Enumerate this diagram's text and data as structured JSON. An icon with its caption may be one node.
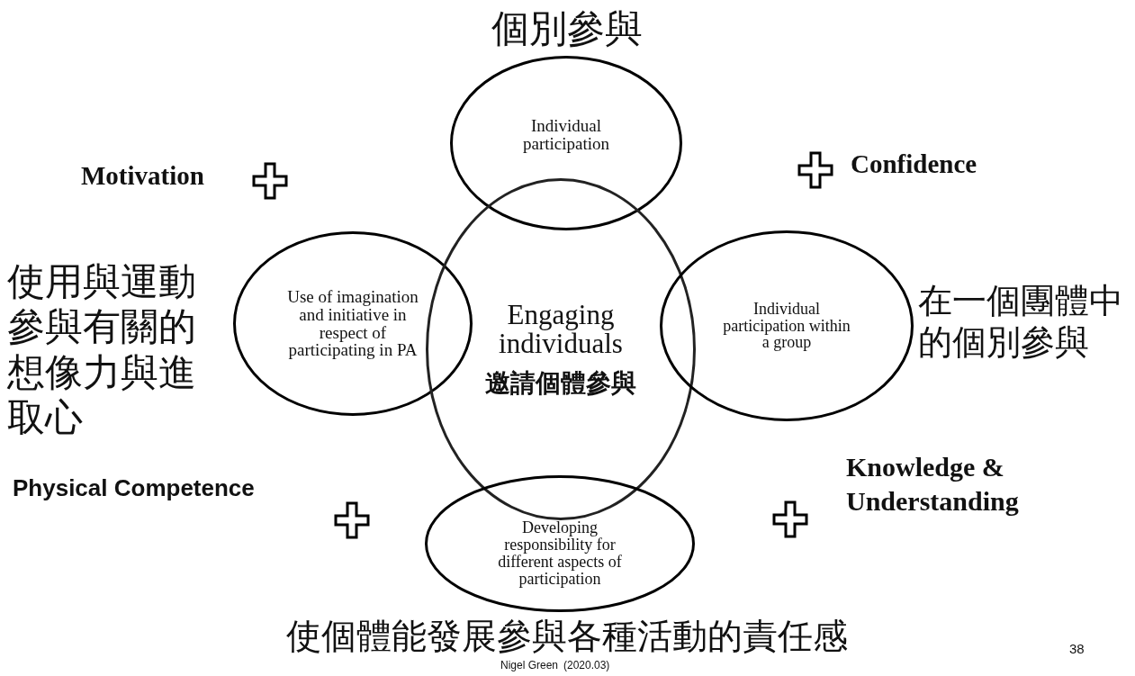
{
  "diagram": {
    "nodes": [
      {
        "text": [
          "Individual participation"
        ],
        "beside": [
          "個別參與"
        ]
      },
      {
        "text": [
          "Use of imagination and initiative in respect of participating in PA"
        ],
        "beside": [
          "使用與運動參與有關的想像力與進取心"
        ]
      },
      {
        "text": [
          "Engaging individuals",
          "邀請個體參與"
        ]
      },
      {
        "text": [
          "Individual participation within a group"
        ],
        "beside": [
          "在一個團體中的個別參與"
        ]
      },
      {
        "text": [
          "Developing responsibility for different aspects of participation"
        ],
        "beside": [
          "使個體能發展參與各種活動的責任感"
        ]
      }
    ],
    "edges": [],
    "labels": [
      "Motivation",
      "Confidence",
      "Physical Competence",
      "Knowledge & Understanding",
      "Nigel Green",
      "(2020.03)",
      "38"
    ]
  }
}
